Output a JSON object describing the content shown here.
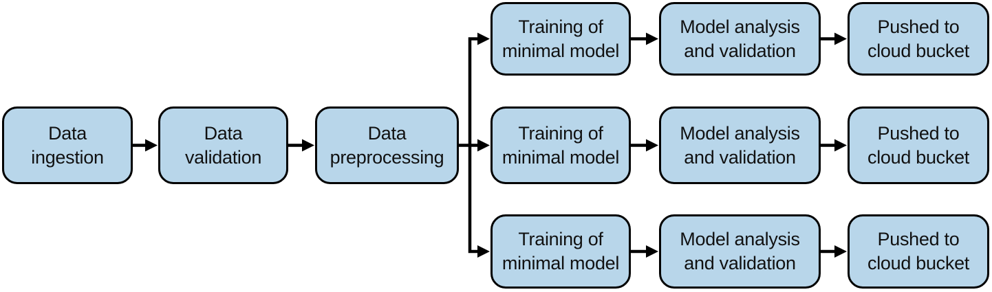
{
  "colors": {
    "background": "#ffffff",
    "node_fill": "#b8d6ea",
    "node_border": "#000000",
    "arrow": "#000000",
    "text": "#111111"
  },
  "pipeline": {
    "main_stages": [
      {
        "lines": [
          "Data",
          "ingestion"
        ]
      },
      {
        "lines": [
          "Data",
          "validation"
        ]
      },
      {
        "lines": [
          "Data",
          "preprocessing"
        ]
      }
    ],
    "branch_rows": [
      {
        "stages": [
          {
            "lines": [
              "Training of",
              "minimal model"
            ]
          },
          {
            "lines": [
              "Model analysis",
              "and validation"
            ]
          },
          {
            "lines": [
              "Pushed to",
              "cloud bucket"
            ]
          }
        ]
      },
      {
        "stages": [
          {
            "lines": [
              "Training of",
              "minimal model"
            ]
          },
          {
            "lines": [
              "Model analysis",
              "and validation"
            ]
          },
          {
            "lines": [
              "Pushed to",
              "cloud bucket"
            ]
          }
        ]
      },
      {
        "stages": [
          {
            "lines": [
              "Training of",
              "minimal model"
            ]
          },
          {
            "lines": [
              "Model analysis",
              "and validation"
            ]
          },
          {
            "lines": [
              "Pushed to",
              "cloud bucket"
            ]
          }
        ]
      }
    ]
  }
}
